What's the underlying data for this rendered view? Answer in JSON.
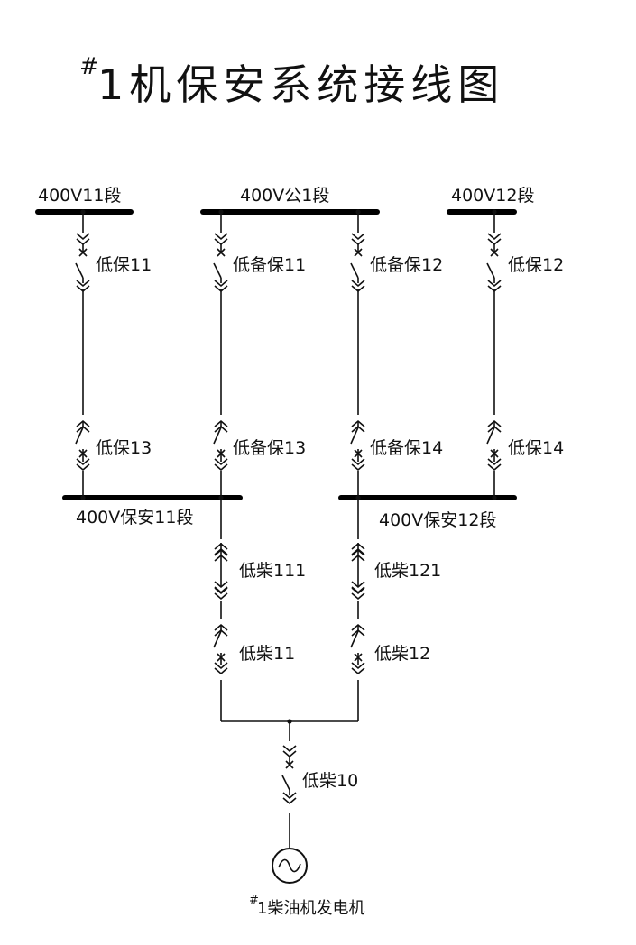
{
  "title": {
    "sup": "#",
    "text": "1机保安系统接线图"
  },
  "buses": {
    "bus_400v_11": "400V11段",
    "bus_400v_common_1": "400V公1段",
    "bus_400v_12": "400V12段",
    "bus_security_11": "400V保安11段",
    "bus_security_12": "400V保安12段"
  },
  "switches": {
    "low_bao_11": "低保11",
    "low_beibao_11": "低备保11",
    "low_beibao_12": "低备保12",
    "low_bao_12": "低保12",
    "low_bao_13": "低保13",
    "low_beibao_13": "低备保13",
    "low_beibao_14": "低备保14",
    "low_bao_14": "低保14",
    "low_chai_111": "低柴111",
    "low_chai_121": "低柴121",
    "low_chai_11": "低柴11",
    "low_chai_12": "低柴12",
    "low_chai_10": "低柴10"
  },
  "generator": {
    "sup": "#",
    "label": "1柴油机发电机",
    "symbol": "~"
  }
}
